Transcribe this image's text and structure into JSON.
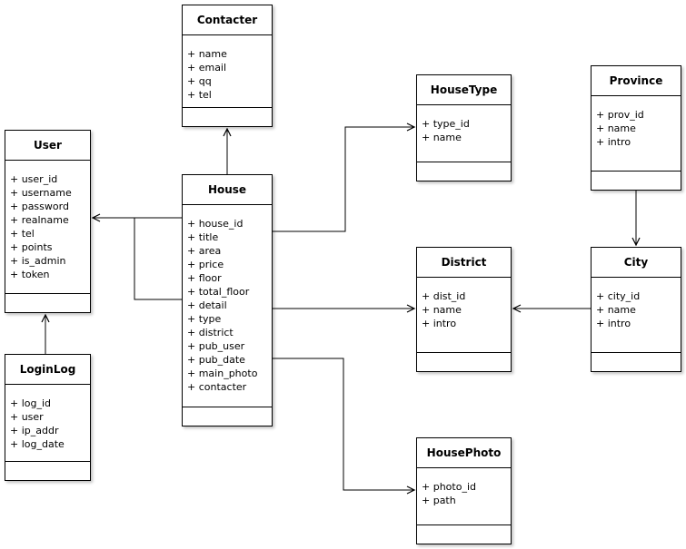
{
  "colors": {
    "background": "#ffffff",
    "box_fill": "#ffffff",
    "border": "#000000",
    "text": "#000000"
  },
  "classes": [
    {
      "name": "Contacter",
      "attributes": [
        "+ name",
        "+ email",
        "+ qq",
        "+ tel"
      ]
    },
    {
      "name": "User",
      "attributes": [
        "+ user_id",
        "+ username",
        "+ password",
        "+ realname",
        "+ tel",
        "+ points",
        "+ is_admin",
        "+ token"
      ]
    },
    {
      "name": "LoginLog",
      "attributes": [
        "+ log_id",
        "+ user",
        "+ ip_addr",
        "+ log_date"
      ]
    },
    {
      "name": "House",
      "attributes": [
        "+ house_id",
        "+ title",
        "+ area",
        "+ price",
        "+ floor",
        "+ total_floor",
        "+ detail",
        "+ type",
        "+ district",
        "+ pub_user",
        "+ pub_date",
        "+ main_photo",
        "+ contacter"
      ]
    },
    {
      "name": "HouseType",
      "attributes": [
        "+ type_id",
        "+ name"
      ]
    },
    {
      "name": "Province",
      "attributes": [
        "+ prov_id",
        "+ name",
        "+ intro"
      ]
    },
    {
      "name": "District",
      "attributes": [
        "+ dist_id",
        "+ name",
        "+ intro"
      ]
    },
    {
      "name": "City",
      "attributes": [
        "+ city_id",
        "+ name",
        "+ intro"
      ]
    },
    {
      "name": "HousePhoto",
      "attributes": [
        "+ photo_id",
        "+ path"
      ]
    }
  ],
  "connections": [
    {
      "from": "House",
      "to": "Contacter"
    },
    {
      "from": "House",
      "to": "User"
    },
    {
      "from": "LoginLog",
      "to": "User"
    },
    {
      "from": "House",
      "to": "HouseType"
    },
    {
      "from": "House",
      "to": "District"
    },
    {
      "from": "City",
      "to": "District"
    },
    {
      "from": "Province",
      "to": "City"
    },
    {
      "from": "House",
      "to": "HousePhoto"
    }
  ]
}
